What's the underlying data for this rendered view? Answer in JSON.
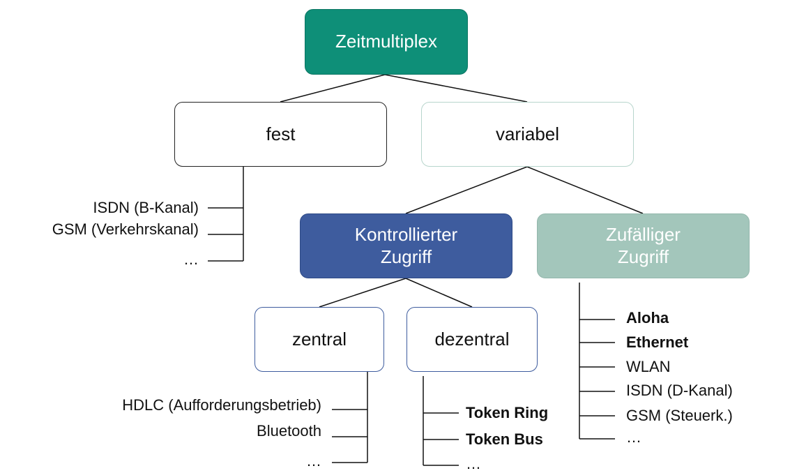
{
  "nodes": {
    "root": "Zeitmultiplex",
    "fest": "fest",
    "variabel": "variabel",
    "kontrolliert": "Kontrollierter\nZugriff",
    "zufaellig": "Zufälliger\nZugriff",
    "zentral": "zentral",
    "dezentral": "dezentral"
  },
  "lists": {
    "fest": [
      "ISDN (B-Kanal)",
      "GSM (Verkehrskanal)",
      "…"
    ],
    "zentral": [
      "HDLC (Aufforderungsbetrieb)",
      "Bluetooth",
      "…"
    ],
    "dezentral": [
      "Token Ring",
      "Token Bus",
      "…"
    ],
    "zufaellig": [
      "Aloha",
      "Ethernet",
      "WLAN",
      "ISDN (D-Kanal)",
      "GSM (Steuerk.)",
      "…"
    ]
  },
  "colors": {
    "root": "#0e8f78",
    "kontrolliert": "#3e5c9e",
    "zufaellig": "#a3c6bb",
    "variabel_border": "#b7d5cc"
  }
}
